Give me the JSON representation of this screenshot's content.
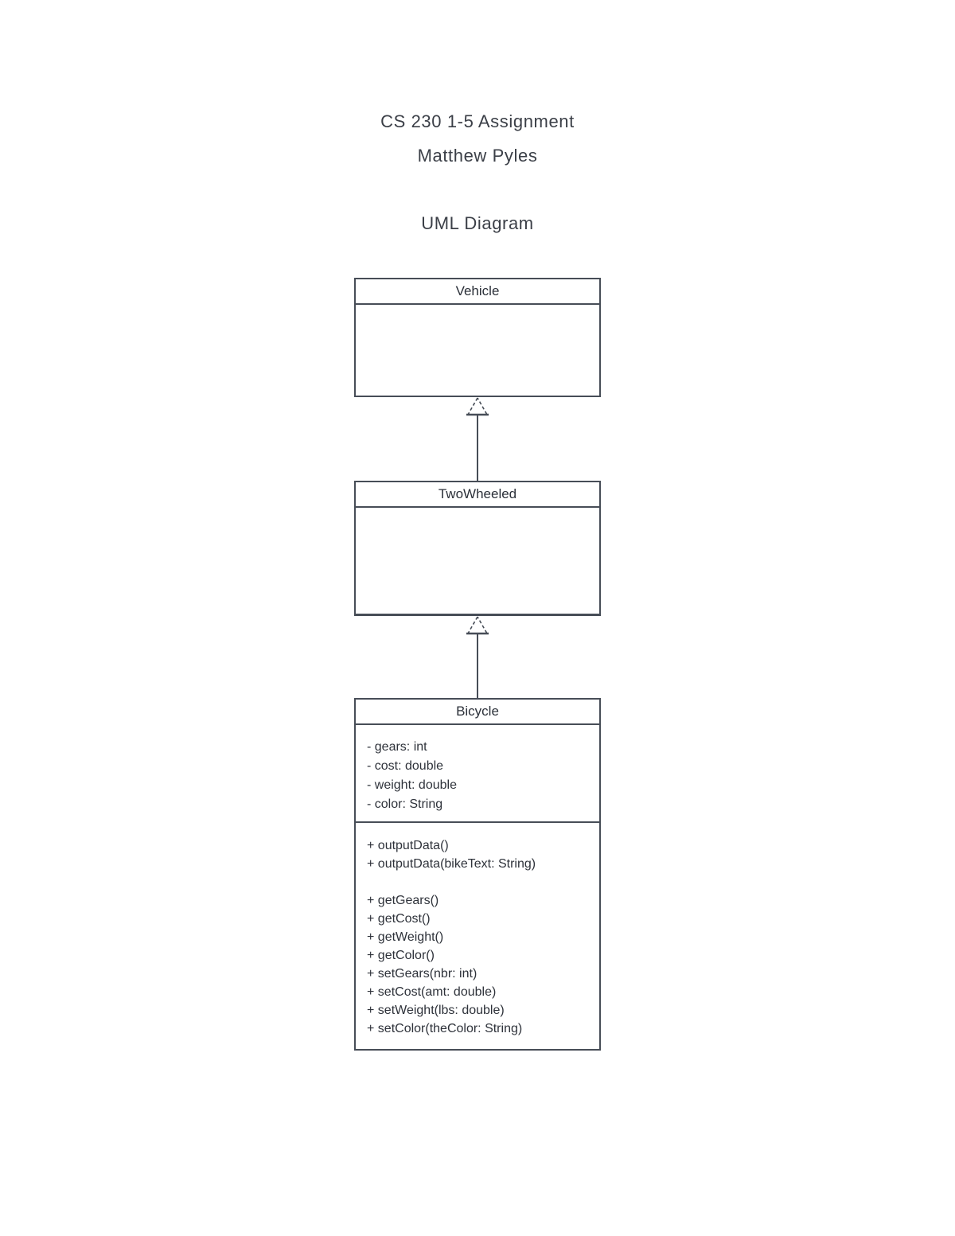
{
  "header": {
    "title": "CS 230 1-5 Assignment",
    "author": "Matthew Pyles",
    "section_heading": "UML Diagram"
  },
  "colors": {
    "background": "#ffffff",
    "line": "#474d57",
    "text": "#2e323a"
  },
  "diagram": {
    "classes": [
      {
        "name": "Vehicle",
        "attributes": [],
        "methods": []
      },
      {
        "name": "TwoWheeled",
        "attributes": [],
        "methods": []
      },
      {
        "name": "Bicycle",
        "attributes": [
          "- gears: int",
          "- cost: double",
          "- weight: double",
          "- color: String"
        ],
        "methods": [
          "+ outputData()",
          "+ outputData(bikeText: String)",
          "",
          "+ getGears()",
          "+ getCost()",
          "+ getWeight()",
          "+ getColor()",
          "+ setGears(nbr: int)",
          "+ setCost(amt: double)",
          "+ setWeight(lbs: double)",
          "+ setColor(theColor: String)"
        ]
      }
    ],
    "relationships": [
      {
        "from": "TwoWheeled",
        "to": "Vehicle",
        "type": "generalization"
      },
      {
        "from": "Bicycle",
        "to": "TwoWheeled",
        "type": "generalization"
      }
    ]
  }
}
